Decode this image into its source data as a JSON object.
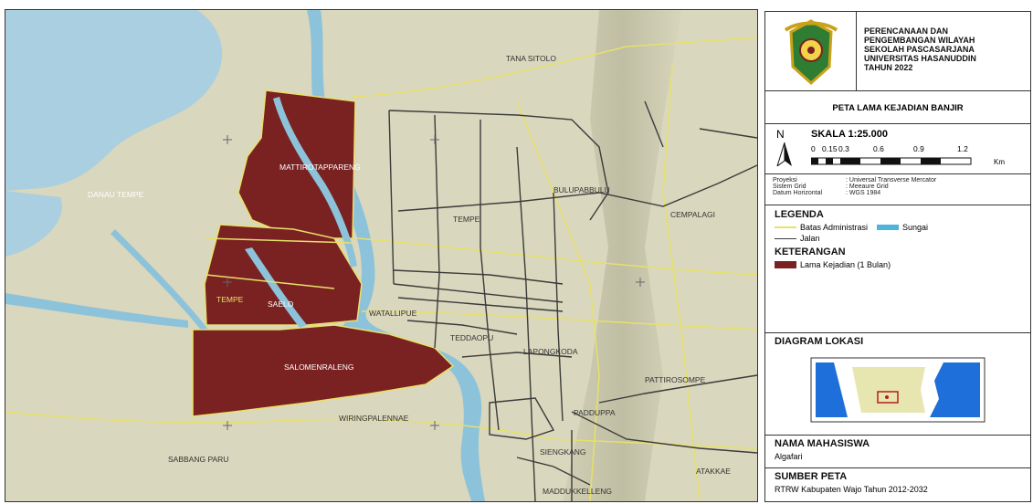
{
  "map": {
    "labels": {
      "tana_sitolo": "TANA SITOLO",
      "danau_tempe": "DANAU TEMPE",
      "mattirotappareng": "MATTIROTAPPARENG",
      "tempe_label": "TEMPE",
      "tempe_yellow": "TEMPE",
      "saelo": "SAELO",
      "watallipue": "WATALLIPUE",
      "teddaopu": "TEDDAOPU",
      "lapongkoda": "LAPONGKODA",
      "salomenraleng": "SALOMENRALENG",
      "bulupabbulu": "BULUPABBULU",
      "cempalagi": "CEMPALAGI",
      "pattirosompe": "PATTIROSOMPE",
      "padduppa": "PADDUPPA",
      "wiringpalennae": "WIRINGPALENNAE",
      "sabbang_paru": "SABBANG PARU",
      "siengkang": "SIENGKANG",
      "atakkae": "ATAKKAE",
      "madduk": "MADDUKKELLENG"
    },
    "colors": {
      "lake": "#a9cfe0",
      "river": "#8dc3da",
      "land": "#d9d7bd",
      "flood": "#7a2222",
      "admin": "#e8e06a",
      "road": "#3b3b3b"
    }
  },
  "panel": {
    "title_lines": [
      "PERENCANAAN DAN",
      "PENGEMBANGAN WILAYAH",
      "SEKOLAH PASCASARJANA",
      "UNIVERSITAS HASANUDDIN",
      "TAHUN 2022"
    ],
    "map_title": "PETA LAMA KEJADIAN BANJIR",
    "north": "N",
    "scale_label": "SKALA 1:25.000",
    "scale_ticks": [
      "0",
      "0.15",
      "0.3",
      "0.6",
      "0.9",
      "1.2"
    ],
    "scale_unit": "Km",
    "proj_rows": [
      {
        "k": "Proyeksi",
        "v": ": Universal Transverse Mercator"
      },
      {
        "k": "Sistem Grid",
        "v": ": Meeaure Grid"
      },
      {
        "k": "Datum Horizontal",
        "v": ": WGS 1984"
      }
    ],
    "legend_title": "LEGENDA",
    "legend_admin": "Batas Administrasi",
    "legend_river": "Sungai",
    "legend_road": "Jalan",
    "keterangan_title": "KETERANGAN",
    "keterangan_item": "Lama Kejadian (1 Bulan)",
    "diagram_title": "DIAGRAM LOKASI",
    "nama_title": "NAMA MAHASISWA",
    "nama_value": "Algafari",
    "sumber_title": "SUMBER PETA",
    "sumber_value": "RTRW Kabupaten Wajo Tahun 2012-2032"
  }
}
